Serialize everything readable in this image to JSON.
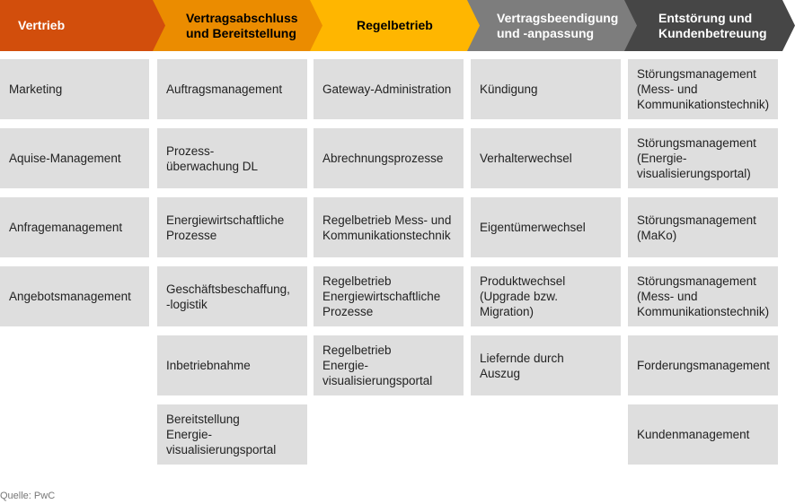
{
  "header": [
    {
      "label": "Vertrieb",
      "color": "#d24e0c",
      "text_color": "#ffffff"
    },
    {
      "label": "Vertragsabschluss\nund Bereitstellung",
      "color": "#eb8c00",
      "text_color": "#000000"
    },
    {
      "label": "Regelbetrieb",
      "color": "#ffb600",
      "text_color": "#000000"
    },
    {
      "label": "Vertragsbeendigung\nund -anpassung",
      "color": "#7d7d7d",
      "text_color": "#ffffff"
    },
    {
      "label": "Entstörung und\nKundenbetreuung",
      "color": "#464646",
      "text_color": "#ffffff"
    }
  ],
  "columns": [
    [
      "Marketing",
      "Aquise-Management",
      "Anfragemanagement",
      "Angebotsmanagement"
    ],
    [
      "Auftragsmanagement",
      "Prozess-\nüberwachung DL",
      "Energiewirtschaftliche\nProzesse",
      "Geschäftsbeschaffung,\n-logistik",
      "Inbetriebnahme",
      "Bereitstellung\nEnergie-\nvisualisierungsportal"
    ],
    [
      "Gateway-Administration",
      "Abrechnungsprozesse",
      "Regelbetrieb Mess- und\nKommunikationstechnik",
      "Regelbetrieb\nEnergiewirtschaftliche\nProzesse",
      "Regelbetrieb\nEnergie-\nvisualisierungsportal"
    ],
    [
      "Kündigung",
      "Verhalterwechsel",
      "Eigentümerwechsel",
      "Produktwechsel\n(Upgrade bzw.\nMigration)",
      "Liefernde durch\nAuszug"
    ],
    [
      "Störungsmanagement\n(Mess- und\nKommunikationstechnik)",
      "Störungsmanagement\n(Energie-\nvisualisierungsportal)",
      "Störungsmanagement\n(MaKo)",
      "Störungsmanagement\n(Mess- und\nKommunikationstechnik)",
      "Forderungsmanagement",
      "Kundenmanagement"
    ]
  ],
  "source": "Quelle: PwC"
}
